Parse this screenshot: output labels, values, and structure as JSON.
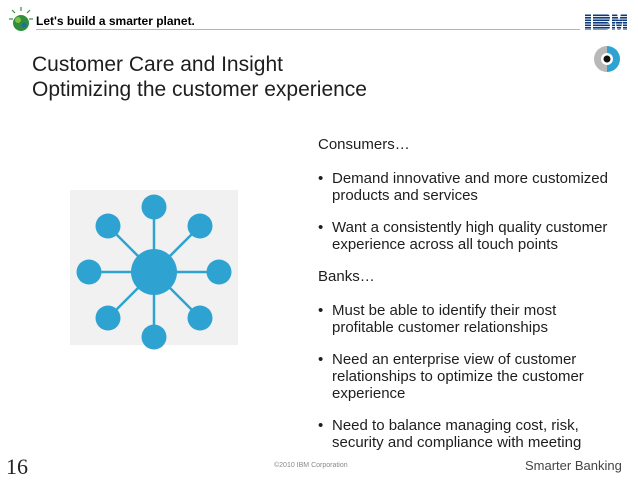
{
  "header": {
    "tagline": "Let's build a smarter planet.",
    "brand_logo": "IBM",
    "colors": {
      "accent": "#2ea3d1",
      "rule": "#b5b5b5"
    }
  },
  "title": {
    "line1": "Customer Care and Insight",
    "line2": "Optimizing the customer experience"
  },
  "diagram": {
    "icon": "hub-and-spoke-network-icon",
    "node_color": "#2ea3d1",
    "outer_node_count": 8
  },
  "content": {
    "consumers_heading": "Consumers…",
    "consumer_bullets": [
      "Demand innovative and more customized products and services",
      "Want a consistently high quality customer experience across all touch points"
    ],
    "banks_heading": "Banks…",
    "bank_bullets": [
      "Must be able to identify their most profitable customer relationships",
      "Need an enterprise view of customer relationships to optimize the customer experience",
      "Need to balance managing cost, risk, security and compliance with meeting"
    ]
  },
  "footer": {
    "page_number": "16",
    "copyright": "©2010 IBM Corporation",
    "brand": "Smarter Banking"
  }
}
